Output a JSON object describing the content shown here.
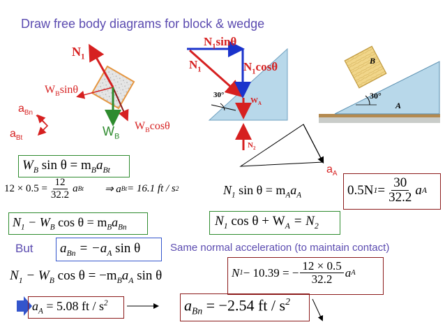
{
  "title": "Draw free body diagrams for block & wedge",
  "fbd": {
    "n1": "N",
    "n1_sub": "1",
    "wb_sin": "W",
    "wb_sin_sub": "B",
    "wb_sin_tail": "sinθ",
    "wb_cos": "W",
    "wb_cos_sub": "B",
    "wb_cos_tail": "cosθ",
    "wb": "W",
    "wb_sub": "B",
    "abn": "a",
    "abn_sub": "Bn",
    "abt": "a",
    "abt_sub": "Bt"
  },
  "wedge_fbd": {
    "n1sin": "N",
    "n1sin_sub": "1",
    "n1sin_tail": "sinθ",
    "n1": "N",
    "n1_sub": "1",
    "n1cos": "N",
    "n1cos_sub": "1",
    "n1cos_tail": "cosθ",
    "angle": "30°",
    "wa": "W",
    "wa_sub": "A",
    "n2": "N",
    "n2_sub": "2",
    "aa": "a",
    "aa_sub": "A"
  },
  "photo": {
    "block": "B",
    "wedge": "A",
    "angle": "30°"
  },
  "equations": {
    "eq1_lhs": "W",
    "eq1_lhs_sub": "B",
    "eq1_mid": " sin θ = m",
    "eq1_mid_sub": "B",
    "eq1_rhs": "a",
    "eq1_rhs_sub": "Bt",
    "eq2_left": "12 × 0.5 =",
    "eq2_num": "12",
    "eq2_den": "32.2",
    "eq2_a": "a",
    "eq2_a_sub": "Bt",
    "eq2_imp": "⇒ a",
    "eq2_imp_sub": "Bt",
    "eq2_res": " = 16.1 ft / s",
    "eq2_res_sup": "2",
    "eq3": "N",
    "eq3_sub": "1",
    "eq3_tail": " sin θ = m",
    "eq3_tail_sub": "A",
    "eq3_end": "a",
    "eq3_end_sub": "A",
    "eq4_left": "0.5N",
    "eq4_left_sub": "1",
    "eq4_eq": " = ",
    "eq4_num": "30",
    "eq4_den": "32.2",
    "eq4_a": "a",
    "eq4_a_sub": "A",
    "eq5": "N",
    "eq5_sub": "1",
    "eq5_mid": " − W",
    "eq5_mid_sub": "B",
    "eq5_tail": " cos θ = m",
    "eq5_tail_sub": "B",
    "eq5_end": "a",
    "eq5_end_sub": "Bn",
    "eq6": "N",
    "eq6_sub": "1",
    "eq6_mid": " cos θ + W",
    "eq6_mid_sub": "A",
    "eq6_end": " = N",
    "eq6_end_sub": "2",
    "but": "But",
    "eq7": "a",
    "eq7_sub": "Bn",
    "eq7_mid": " = −a",
    "eq7_mid_sub": "A",
    "eq7_end": " sin θ",
    "note": "Same normal acceleration (to maintain contact)",
    "eq8": "N",
    "eq8_sub": "1",
    "eq8_mid": " − W",
    "eq8_mid_sub": "B",
    "eq8_tail": " cos θ = −m",
    "eq8_tail_sub": "B",
    "eq8_a": "a",
    "eq8_a_sub": "A",
    "eq8_end": " sin θ",
    "eq9": "N",
    "eq9_sub": "1",
    "eq9_mid": " − 10.39 = −",
    "eq9_num": "12 × 0.5",
    "eq9_den": "32.2",
    "eq9_a": "a",
    "eq9_a_sub": "A",
    "eq10": "a",
    "eq10_sub": "A",
    "eq10_mid": " = 5.08 ft / s",
    "eq10_sup": "2",
    "eq11": "a",
    "eq11_sub": "Bn",
    "eq11_mid": " = −2.54 ft / s",
    "eq11_sup": "2"
  },
  "colors": {
    "title": "#5b4bb0",
    "red": "#d62020",
    "green": "#2e8b2e",
    "maroon": "#8b1a1a",
    "blue": "#3355cc",
    "wedge_fill": "#b8d8ea"
  }
}
